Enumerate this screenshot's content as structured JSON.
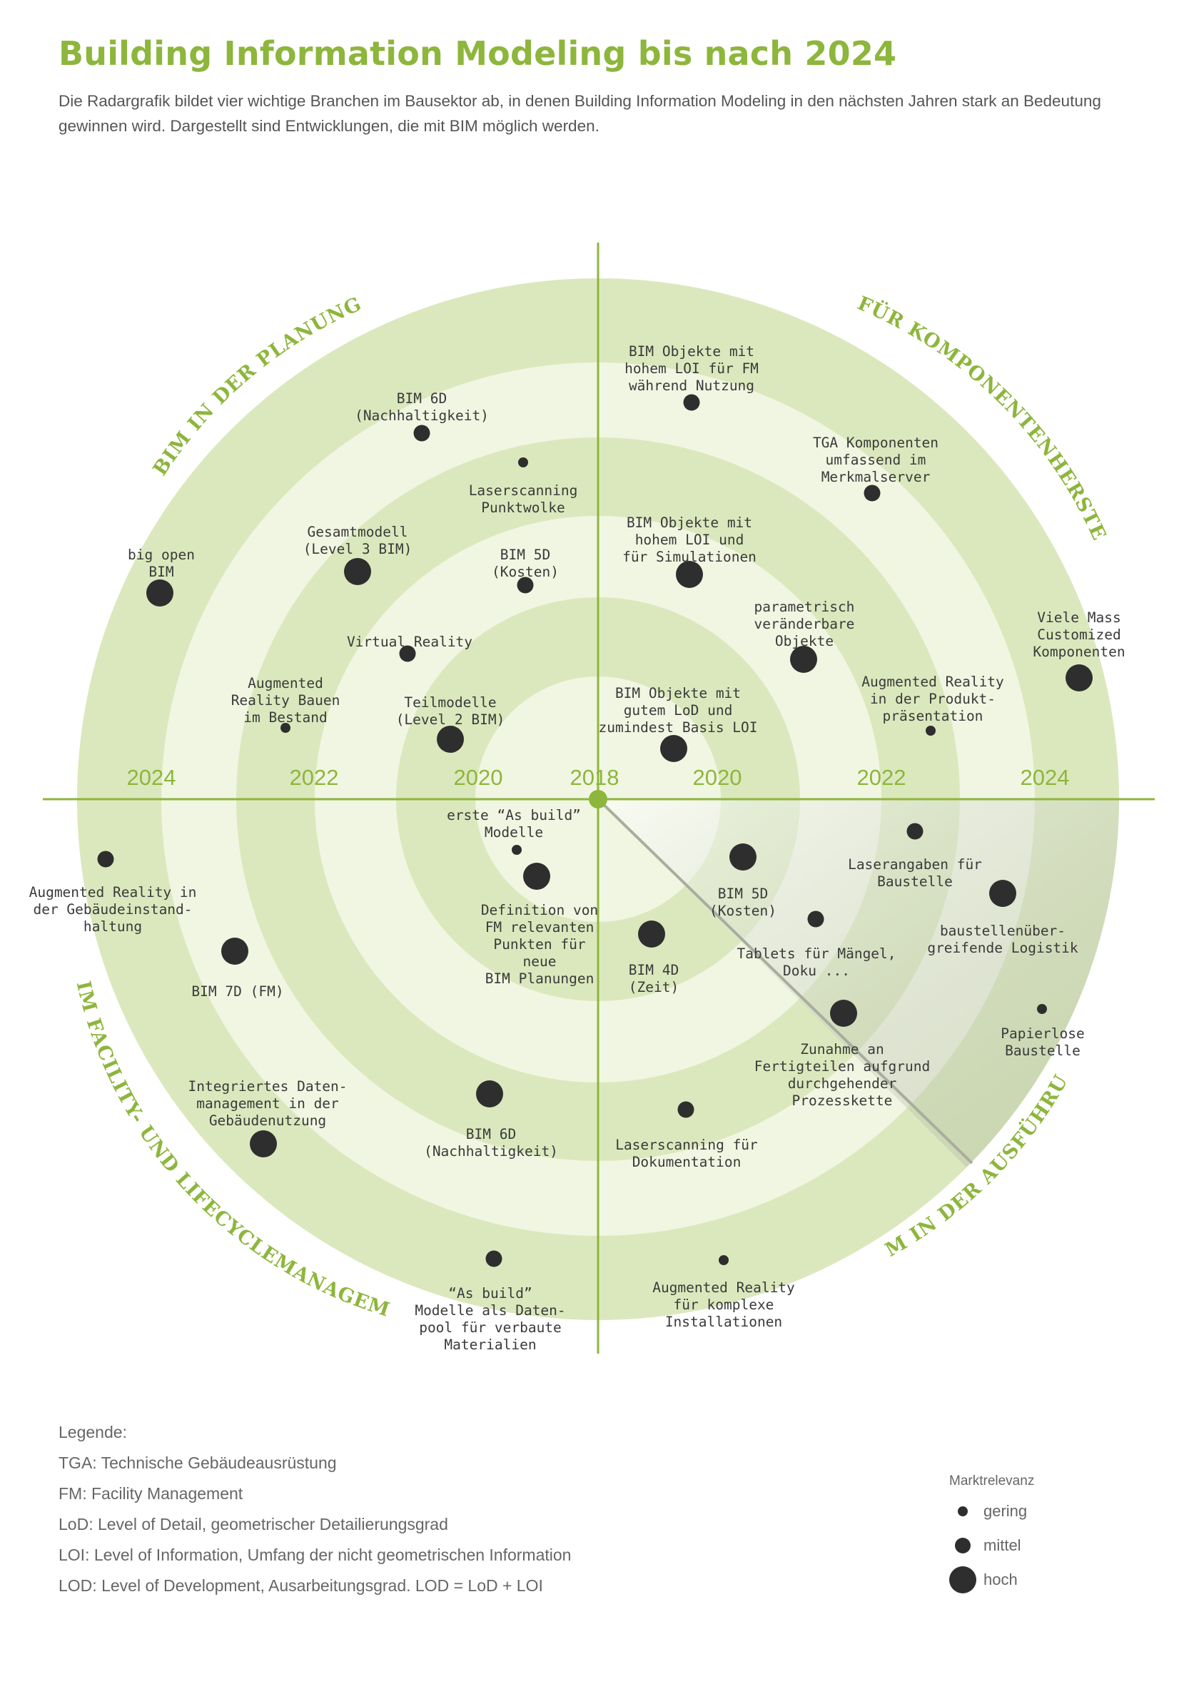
{
  "header": {
    "title": "Building Information Modeling bis nach 2024",
    "intro_line1": "Die Radargrafik bildet vier wichtige Branchen im Bausektor ab, in denen Building Information Modeling in den nächsten Jahren stark an Bedeutung",
    "intro_line2": "gewinnen wird. Dargestellt sind Entwicklungen, die mit BIM möglich werden."
  },
  "colors": {
    "accent": "#8db63c",
    "ring_dark": "#dbe8bd",
    "ring_light": "#f1f6e2",
    "dot": "#2e2e2e",
    "text": "#3a3a3a"
  },
  "years": {
    "center": "2018",
    "ring1": "2020",
    "ring2": "2022",
    "ring3": "2024"
  },
  "sectors": {
    "planning": "BIM IN DER PLANUNG",
    "components": "BIM FÜR KOMPONENTENHERSTELLER",
    "execution": "BIM IN DER AUSFÜHRUNG",
    "facility": "BIM IM FACILITY- UND LIFECYCLEMANAGEMENT"
  },
  "radar_items": [
    {
      "key": "p1",
      "lines": [
        "BIM 6D",
        "(Nachhaltigkeit)"
      ],
      "size": "mittel"
    },
    {
      "key": "p2",
      "lines": [
        "Laserscanning",
        "Punktwolke"
      ],
      "size": "gering"
    },
    {
      "key": "p3",
      "lines": [
        "Gesamtmodell",
        "(Level 3 BIM)"
      ],
      "size": "hoch"
    },
    {
      "key": "p4",
      "lines": [
        "big open",
        "BIM"
      ],
      "size": "hoch"
    },
    {
      "key": "p5",
      "lines": [
        "BIM 5D",
        "(Kosten)"
      ],
      "size": "mittel"
    },
    {
      "key": "p6",
      "lines": [
        "Virtual Reality"
      ],
      "size": "mittel"
    },
    {
      "key": "p7",
      "lines": [
        "Augmented",
        "Reality Bauen",
        "im Bestand"
      ],
      "size": "gering"
    },
    {
      "key": "p8",
      "lines": [
        "Teilmodelle",
        "(Level 2 BIM)"
      ],
      "size": "hoch"
    },
    {
      "key": "c1",
      "lines": [
        "BIM Objekte mit",
        "hohem LOI für FM",
        "während Nutzung"
      ],
      "size": "mittel"
    },
    {
      "key": "c2",
      "lines": [
        "TGA Komponenten",
        "umfassend im",
        "Merkmalserver"
      ],
      "size": "mittel"
    },
    {
      "key": "c3",
      "lines": [
        "BIM Objekte mit",
        "hohem LOI und",
        "für Simulationen"
      ],
      "size": "hoch"
    },
    {
      "key": "c4",
      "lines": [
        "parametrisch",
        "veränderbare",
        "Objekte"
      ],
      "size": "hoch"
    },
    {
      "key": "c5",
      "lines": [
        "Viele Mass",
        "Customized",
        "Komponenten"
      ],
      "size": "hoch"
    },
    {
      "key": "c6",
      "lines": [
        "BIM Objekte mit",
        "gutem LoD und",
        "zumindest Basis LOI"
      ],
      "size": "hoch"
    },
    {
      "key": "c7",
      "lines": [
        "Augmented Reality",
        "in der Produkt-",
        "präsentation"
      ],
      "size": "gering"
    },
    {
      "key": "f1",
      "lines": [
        "erste “As build”",
        "Modelle"
      ],
      "size": "gering"
    },
    {
      "key": "f2",
      "lines": [
        "Definition von",
        "FM relevanten",
        "Punkten für",
        "neue",
        "BIM Planungen"
      ],
      "size": "hoch"
    },
    {
      "key": "f3",
      "lines": [
        "Augmented Reality in",
        "der Gebäudeinstand-",
        "haltung"
      ],
      "size": "mittel"
    },
    {
      "key": "f4",
      "lines": [
        "BIM 7D (FM)"
      ],
      "size": "hoch"
    },
    {
      "key": "f5",
      "lines": [
        "Integriertes Daten-",
        "management in der",
        "Gebäudenutzung"
      ],
      "size": "hoch"
    },
    {
      "key": "f6",
      "lines": [
        "BIM 6D",
        "(Nachhaltigkeit)"
      ],
      "size": "hoch"
    },
    {
      "key": "f7",
      "lines": [
        "“As build”",
        "Modelle als Daten-",
        "pool für verbaute",
        "Materialien"
      ],
      "size": "mittel"
    },
    {
      "key": "e1",
      "lines": [
        "BIM 5D",
        "(Kosten)"
      ],
      "size": "hoch"
    },
    {
      "key": "e2",
      "lines": [
        "BIM 4D",
        "(Zeit)"
      ],
      "size": "hoch"
    },
    {
      "key": "e3",
      "lines": [
        "Laserangaben für",
        "Baustelle"
      ],
      "size": "mittel"
    },
    {
      "key": "e4",
      "lines": [
        "baustellenüber-",
        "greifende Logistik"
      ],
      "size": "hoch"
    },
    {
      "key": "e5",
      "lines": [
        "Tablets für Mängel,",
        "Doku ..."
      ],
      "size": "mittel"
    },
    {
      "key": "e6",
      "lines": [
        "Papierlose",
        "Baustelle"
      ],
      "size": "gering"
    },
    {
      "key": "e7",
      "lines": [
        "Zunahme an",
        "Fertigteilen aufgrund",
        "durchgehender",
        "Prozesskette"
      ],
      "size": "hoch"
    },
    {
      "key": "e8",
      "lines": [
        "Laserscanning für",
        "Dokumentation"
      ],
      "size": "mittel"
    },
    {
      "key": "e9",
      "lines": [
        "Augmented Reality",
        "für komplexe",
        "Installationen"
      ],
      "size": "gering"
    }
  ],
  "legend": {
    "title": "Legende:",
    "entries": [
      "TGA: Technische Gebäudeausrüstung",
      "FM: Facility Management",
      "LoD: Level of Detail, geometrischer Detailierungsgrad",
      "LOI: Level of Information, Umfang der nicht geometrischen Information",
      "LOD: Level of Development, Ausarbeitungsgrad. LOD = LoD + LOI"
    ]
  },
  "relevance": {
    "title": "Marktrelevanz",
    "levels": [
      {
        "key": "gering",
        "label": "gering"
      },
      {
        "key": "mittel",
        "label": "mittel"
      },
      {
        "key": "hoch",
        "label": "hoch"
      }
    ]
  }
}
